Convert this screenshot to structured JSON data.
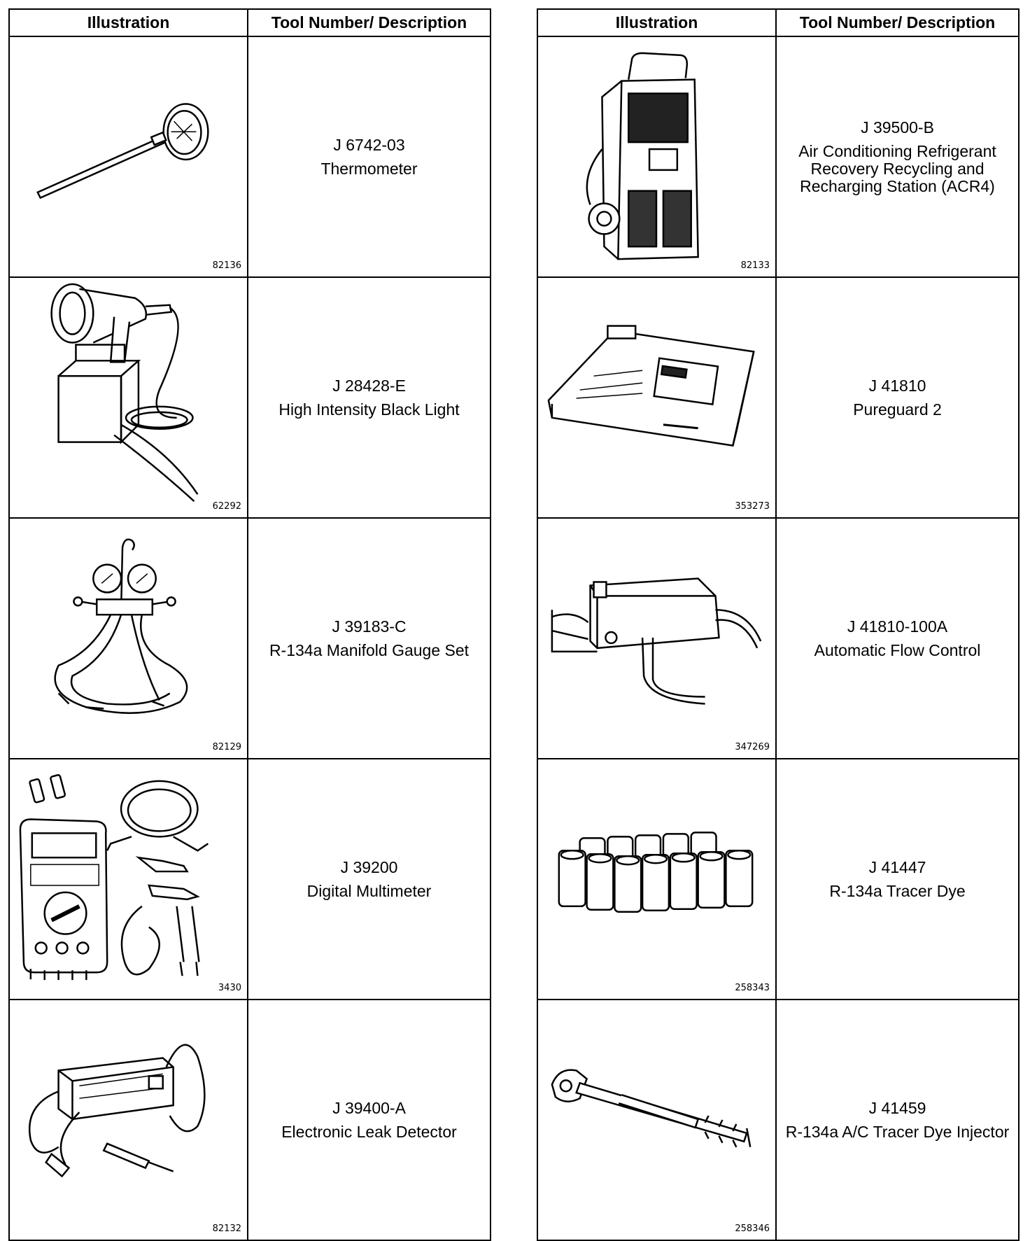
{
  "headers": {
    "illustration": "Illustration",
    "description": "Tool Number/ Description"
  },
  "left": [
    {
      "number": "J 6742-03",
      "description": "Thermometer",
      "figure": "82136",
      "icon": "thermometer-icon"
    },
    {
      "number": "J 28428-E",
      "description": "High Intensity Black Light",
      "figure": "62292",
      "icon": "black-light-icon"
    },
    {
      "number": "J 39183-C",
      "description": "R-134a Manifold Gauge Set",
      "figure": "82129",
      "icon": "manifold-gauge-icon"
    },
    {
      "number": "J 39200",
      "description": "Digital Multimeter",
      "figure": "3430",
      "icon": "multimeter-icon"
    },
    {
      "number": "J 39400-A",
      "description": "Electronic Leak Detector",
      "figure": "82132",
      "icon": "leak-detector-icon"
    }
  ],
  "right": [
    {
      "number": "J 39500-B",
      "description": "Air Conditioning Refrigerant Recovery Recycling and Recharging Station (ACR4)",
      "figure": "82133",
      "icon": "recovery-station-icon"
    },
    {
      "number": "J 41810",
      "description": "Pureguard 2",
      "figure": "353273",
      "icon": "pureguard-icon"
    },
    {
      "number": "J 41810-100A",
      "description": "Automatic Flow Control",
      "figure": "347269",
      "icon": "flow-control-icon"
    },
    {
      "number": "J 41447",
      "description": "R-134a Tracer Dye",
      "figure": "258343",
      "icon": "tracer-dye-icon"
    },
    {
      "number": "J 41459",
      "description": "R-134a A/C Tracer Dye Injector",
      "figure": "258346",
      "icon": "dye-injector-icon"
    }
  ]
}
